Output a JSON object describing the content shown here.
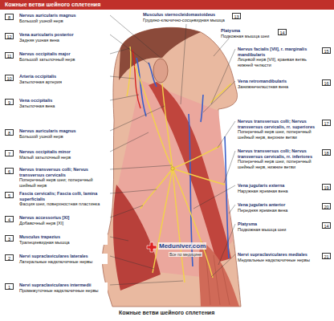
{
  "diagram": {
    "title": "Кожные ветви шейного сплетения",
    "caption": "Кожные ветви шейного сплетения",
    "labels": [
      "8",
      "Nervus auricularis magnus",
      "Большой ушной нерв",
      "12",
      "Vena auricularis posterior",
      "Задняя ушная вена",
      "11",
      "Nervus occipitalis major",
      "Большой затылочный нерв",
      "10",
      "Arteria occipitalis",
      "Затылочная артерия",
      "9",
      "Vena occipitalis",
      "Затылочная вена",
      "8",
      "Nervus auricularis magnus",
      "Большой ушной нерв",
      "7",
      "Nervus occipitalis minor",
      "Малый затылочный нерв",
      "6",
      "Nervus transversus colli; Nervus transversus cervicalis",
      "Поперечный нерв шеи; поперечный шейный нерв",
      "5",
      "Fascia cervicalis; Fascia colli, lamina superficialis",
      "Фасция шеи, поверхностная пластинка",
      "4",
      "Nervus accessorius [XI]",
      "Добавочный нерв [XI]",
      "3",
      "Musculus trapezius",
      "Трапециевидная мышца",
      "2",
      "Nervi supraclaviculares laterales",
      "Латеральные надключичные нервы",
      "1",
      "Nervi supraclaviculares intermedii",
      "Промежуточные надключичные нервы",
      "13",
      "Musculus sternocleidomastoideus",
      "Грудино-ключично-сосцевидная мышца",
      "14",
      "Platysma",
      "Подкожная мышца шеи",
      "15",
      "Nervus facialis [VII], r. marginalis mandibularis",
      "Лицевой нерв [VII], краевая ветвь нижней челюсти",
      "16",
      "Vena retromandibularis",
      "Занижнечелюстная вена",
      "17",
      "Nervus transversus colli; Nervus transversus cervicalis, rr. superiores",
      "Поперечный нерв шеи, поперечный шейный нерв, верхние ветви",
      "18",
      "Nervus transversus colli; Nervus transversus cervicalis, rr. inferiores",
      "Поперечный нерв шеи, поперечный шейный нерв, нижние ветви",
      "19",
      "Vena jugularis externa",
      "Наружная яремная вена",
      "20",
      "Vena jugularis anterior",
      "Передняя яремная вена",
      "14",
      "Platysma",
      "Подкожная мышца шеи",
      "21",
      "Nervi supraclaviculares mediales",
      "Медиальные надключичные нервы",
      "Meduniver.com",
      "Все по медицине"
    ]
  }
}
